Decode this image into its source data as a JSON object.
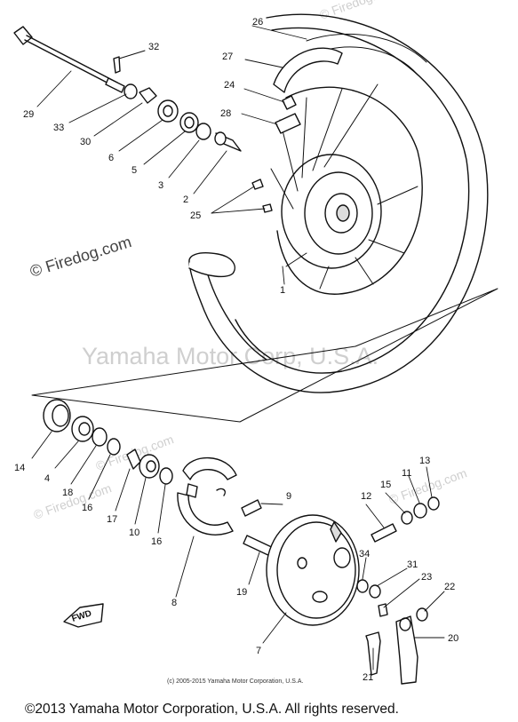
{
  "watermarks": {
    "center": "Yamaha Motor Corp, U.S.A.",
    "side": "© Firedog.com",
    "tile": "© Firedog.com"
  },
  "copyright": {
    "small": "(c) 2005-2015 Yamaha Motor Corporation, U.S.A.",
    "main": "©2013 Yamaha Motor Corporation, U.S.A. All rights reserved."
  },
  "fwd_label": "FWD",
  "part_numbers": {
    "p32": "32",
    "p29": "29",
    "p33": "33",
    "p30": "30",
    "p6": "6",
    "p5": "5",
    "p3": "3",
    "p2": "2",
    "p26": "26",
    "p27": "27",
    "p24": "24",
    "p28": "28",
    "p25": "25",
    "p1": "1",
    "p14": "14",
    "p4": "4",
    "p18": "18",
    "p16a": "16",
    "p17": "17",
    "p10": "10",
    "p16b": "16",
    "p8": "8",
    "p9": "9",
    "p19": "19",
    "p7": "7",
    "p12": "12",
    "p15": "15",
    "p11": "11",
    "p13": "13",
    "p34": "34",
    "p31": "31",
    "p23": "23",
    "p22": "22",
    "p20": "20",
    "p21": "21"
  }
}
